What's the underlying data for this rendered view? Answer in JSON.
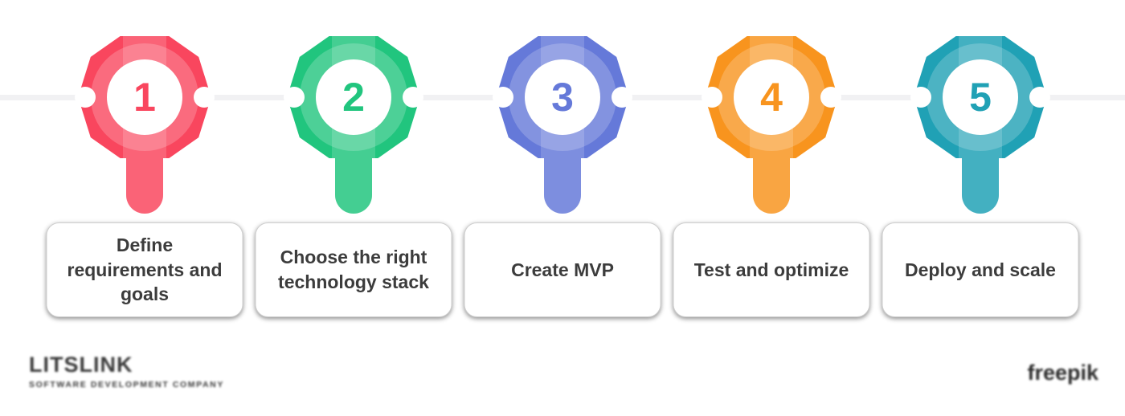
{
  "diagram": {
    "type": "process-timeline",
    "steps": [
      {
        "number": "1",
        "label": "Define requirements and goals",
        "color": "#F9465E"
      },
      {
        "number": "2",
        "label": "Choose the right technology stack",
        "color": "#21C57E"
      },
      {
        "number": "3",
        "label": "Create MVP",
        "color": "#6579D9"
      },
      {
        "number": "4",
        "label": "Test and optimize",
        "color": "#F8941E"
      },
      {
        "number": "5",
        "label": "Deploy and scale",
        "color": "#20A1B5"
      }
    ],
    "timeline": {
      "line_color": "#F1F1F3"
    }
  },
  "watermarks": {
    "left_logo": {
      "name": "LITSLINK",
      "tagline": "SOFTWARE DEVELOPMENT COMPANY"
    },
    "right_logo": {
      "name": "freepik"
    }
  },
  "colors": {
    "background": "#FFFFFF",
    "card_text": "#3C3C3C"
  }
}
